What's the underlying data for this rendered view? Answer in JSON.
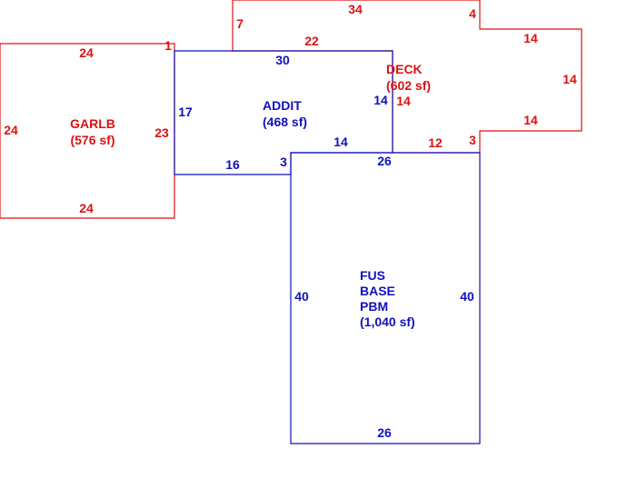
{
  "colors": {
    "red": "#dd1111",
    "blue": "#1111bb",
    "background": "#ffffff"
  },
  "areas": {
    "garage": {
      "code": "GARLB",
      "area": "(576 sf)"
    },
    "addition": {
      "code": "ADDIT",
      "area": "(468 sf)"
    },
    "deck": {
      "code": "DECK",
      "area": "(602 sf)"
    },
    "base": {
      "line1": "FUS",
      "line2": "BASE",
      "line3": "PBM",
      "area": "(1,040 sf)"
    }
  },
  "dims": {
    "garage_top": "24",
    "garage_left": "24",
    "garage_right": "23",
    "garage_bottom": "24",
    "garage_step": "1",
    "deck_left": "7",
    "deck_top": "34",
    "deck_notch": "4",
    "deck_upper": "14",
    "deck_right": "14",
    "deck_lower": "14",
    "deck_step": "3",
    "deck_bottom": "12",
    "deck_inner_top": "22",
    "deck_inner_side": "14",
    "addit_top": "30",
    "addit_left": "17",
    "addit_right": "14",
    "addit_inner": "14",
    "addit_bottom": "16",
    "addit_step": "3",
    "base_top": "26",
    "base_left": "40",
    "base_right": "40",
    "base_bottom": "26"
  }
}
